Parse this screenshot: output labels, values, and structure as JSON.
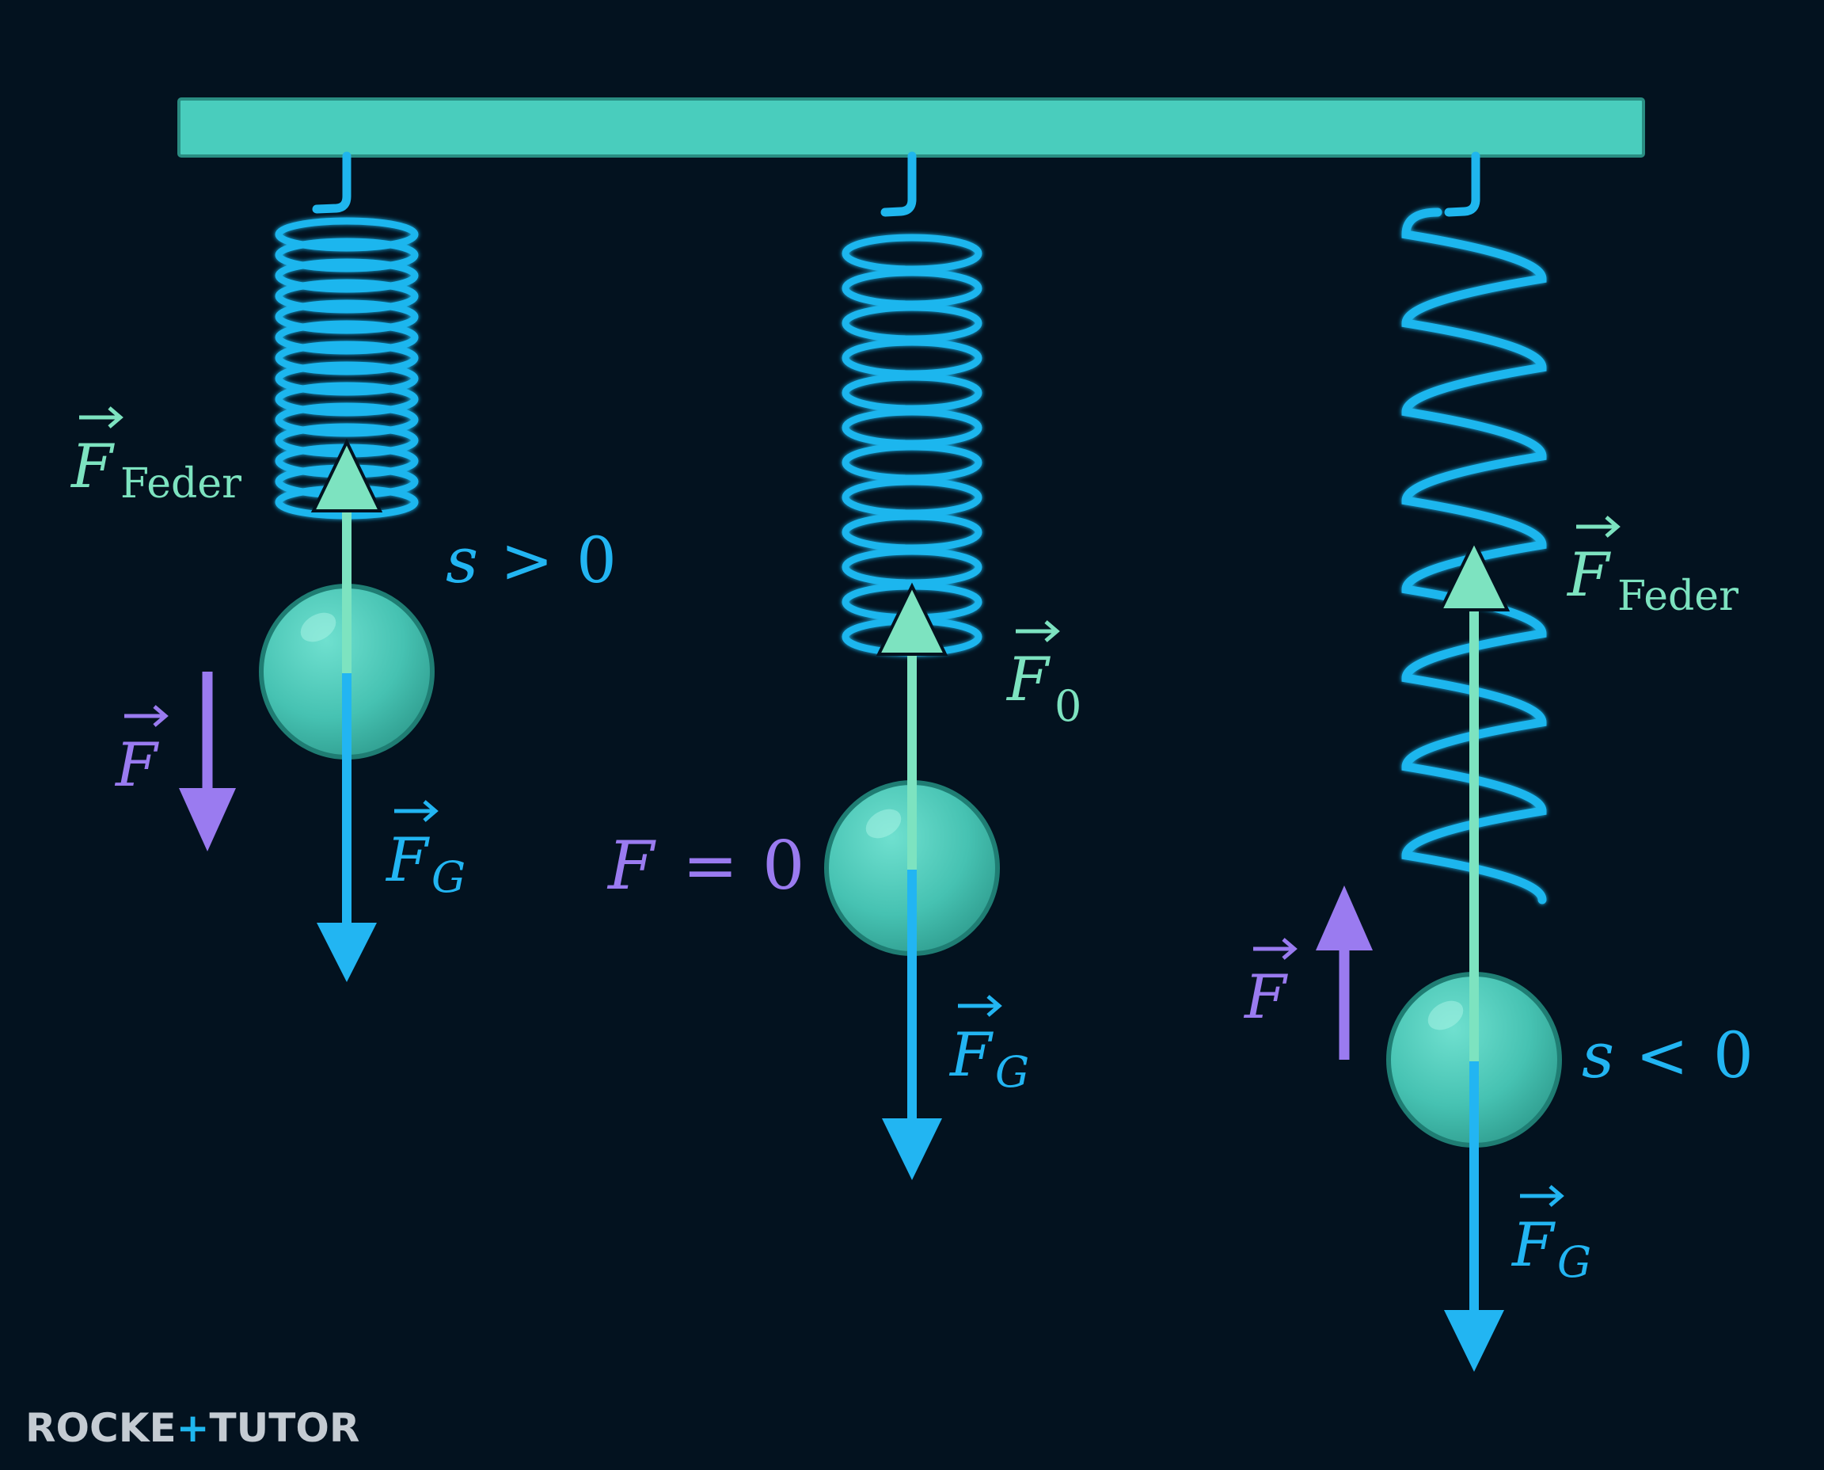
{
  "colors": {
    "background": "#03121f",
    "beam": "#49cdbd",
    "spring": "#1fb6ee",
    "spring_force": "#7de3c0",
    "gravity_force": "#22b5f2",
    "net_force": "#9a7bf0",
    "ball": "#49c6b6",
    "logo_text": "#c4cbd2",
    "logo_accent": "#1fb6ee"
  },
  "panels": [
    {
      "state": "compressed",
      "spring_force_label": {
        "symbol": "F",
        "sub": "Feder"
      },
      "displacement_label": {
        "var": "s",
        "op": ">",
        "value": "0"
      },
      "net_force_label": {
        "symbol": "F",
        "sub": ""
      },
      "gravity_label": {
        "symbol": "F",
        "sub": "G"
      }
    },
    {
      "state": "equilibrium",
      "spring_force_label": {
        "symbol": "F",
        "sub": "0"
      },
      "net_force_text": {
        "var": "F",
        "op": "=",
        "value": "0"
      },
      "gravity_label": {
        "symbol": "F",
        "sub": "G"
      }
    },
    {
      "state": "stretched",
      "spring_force_label": {
        "symbol": "F",
        "sub": "Feder"
      },
      "displacement_label": {
        "var": "s",
        "op": "<",
        "value": "0"
      },
      "net_force_label": {
        "symbol": "F",
        "sub": ""
      },
      "gravity_label": {
        "symbol": "F",
        "sub": "G"
      }
    }
  ],
  "logo": {
    "left": "ROCKE",
    "mid": "TUTO",
    "right": "R"
  }
}
